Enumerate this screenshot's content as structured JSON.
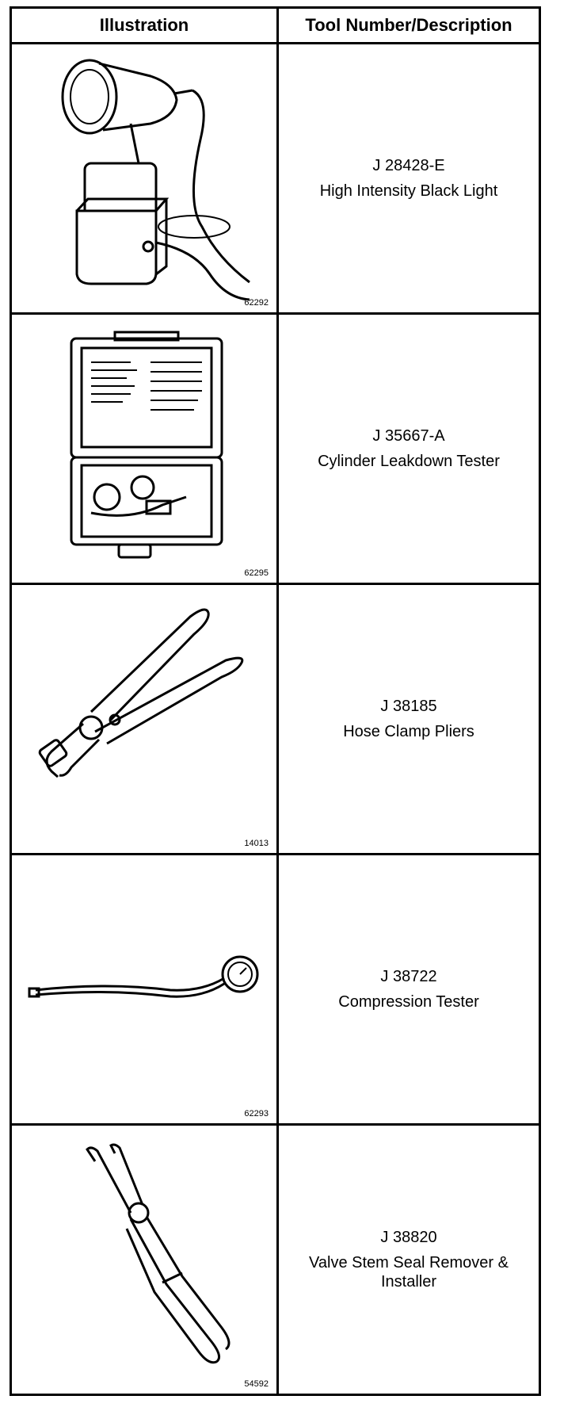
{
  "header": {
    "col_illustration": "Illustration",
    "col_tool": "Tool Number/Description"
  },
  "tools": [
    {
      "number": "J 28428-E",
      "description": "High Intensity Black Light",
      "figure_id": "62292",
      "icon": "black-light-icon"
    },
    {
      "number": "J 35667-A",
      "description": "Cylinder Leakdown Tester",
      "figure_id": "62295",
      "icon": "leakdown-tester-case-icon"
    },
    {
      "number": "J 38185",
      "description": "Hose Clamp Pliers",
      "figure_id": "14013",
      "icon": "hose-clamp-pliers-icon"
    },
    {
      "number": "J 38722",
      "description": "Compression Tester",
      "figure_id": "62293",
      "icon": "compression-tester-icon"
    },
    {
      "number": "J 38820",
      "description": "Valve Stem Seal Remover & Installer",
      "figure_id": "54592",
      "icon": "valve-seal-pliers-icon"
    }
  ]
}
